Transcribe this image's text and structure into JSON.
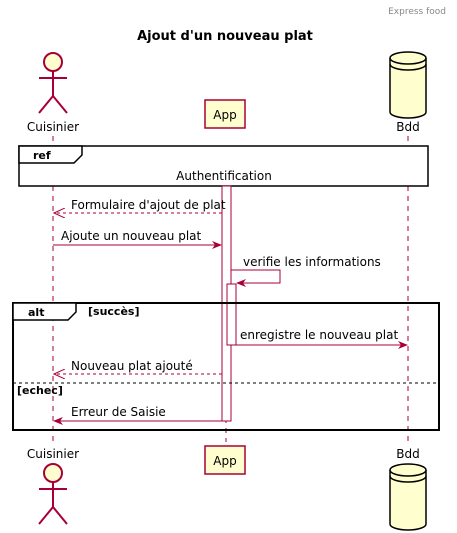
{
  "header": "Express food",
  "title": "Ajout d'un nouveau plat",
  "participants": {
    "actor": "Cuisinier",
    "app": "App",
    "db": "Bdd"
  },
  "ref": {
    "tag": "ref",
    "text": "Authentification"
  },
  "messages": {
    "m1": "Formulaire d'ajout de plat",
    "m2": "Ajoute un nouveau plat",
    "m3": "verifie les informations",
    "m4": "enregistre le nouveau plat",
    "m5": "Nouveau plat ajouté",
    "m6": "Erreur de Saisie"
  },
  "alt": {
    "tag": "alt",
    "guard1": "[succès]",
    "guard2": "[echec]"
  },
  "colors": {
    "line": "#A80036",
    "fill": "#FEFECE",
    "frame": "#000000"
  }
}
